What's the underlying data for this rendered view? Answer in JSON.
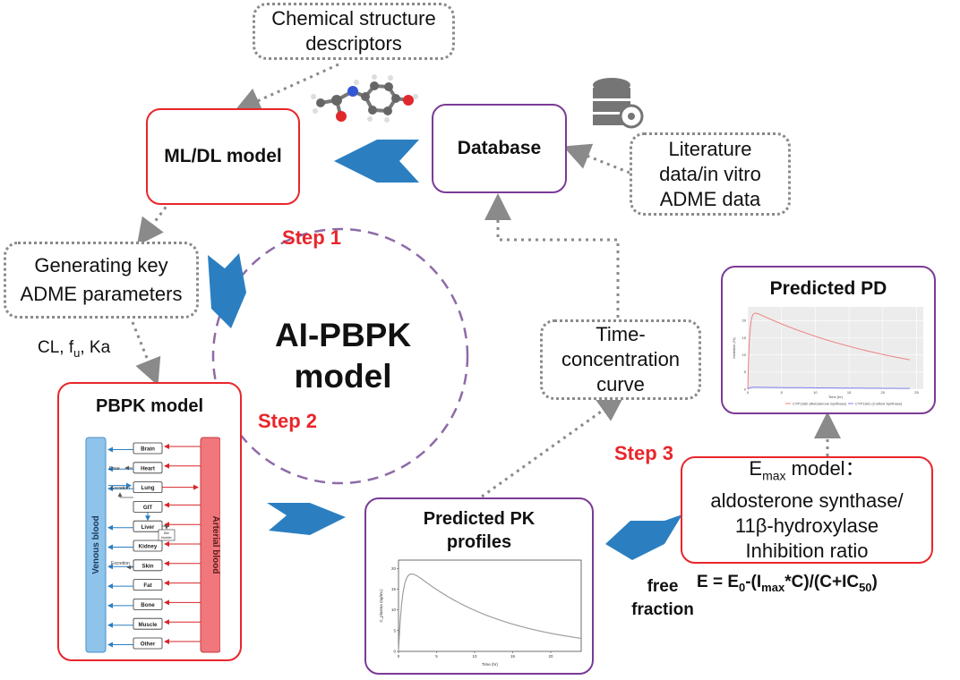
{
  "center": {
    "line1": "AI-PBPK",
    "line2": "model"
  },
  "steps": {
    "s1": "Step 1",
    "s2": "Step 2",
    "s3": "Step 3"
  },
  "boxes": {
    "chem_line1": "Chemical structure",
    "chem_line2": "descriptors",
    "ml_model": "ML/DL model",
    "database": "Database",
    "literature_line1": "Literature",
    "literature_line2": "data/in vitro",
    "literature_line3": "ADME data",
    "generating_line1": "Generating key",
    "generating_line2": "ADME parameters",
    "time_line1": "Time-",
    "time_line2": "concentration",
    "time_line3": "curve",
    "pbpk_title": "PBPK model",
    "pk_title_line1": "Predicted PK",
    "pk_title_line2": "profiles",
    "pd_title": "Predicted PD",
    "emax_title": "E",
    "emax_sub": "max",
    "emax_suffix": " model：",
    "emax_line2": "aldosterone synthase/",
    "emax_line3": "11β-hydroxylase",
    "emax_line4": "Inhibition ratio"
  },
  "params": {
    "cl": "CL, f",
    "fu_sub": "u",
    "ka": ", Ka"
  },
  "free_fraction": {
    "line1": "free",
    "line2": "fraction"
  },
  "equation": {
    "p1": "E = E",
    "s1": "0",
    "p2": "-(I",
    "s2": "max",
    "p3": "*C)/(C+IC",
    "s3": "50",
    "p4": ")"
  },
  "pbpk": {
    "venous": "Venous blood",
    "arterial": "Arterial blood",
    "organs": [
      "Brain",
      "Heart",
      "Lung",
      "GIT",
      "Liver",
      "Kidney",
      "Skin",
      "Fat",
      "Bone",
      "Muscle",
      "Other"
    ],
    "dose": "Dose",
    "excretion1": "Excretion",
    "excretion2": "Excretion",
    "bile_l1": "Bile",
    "bile_l2": "bladder"
  },
  "pk_plot": {
    "ylabel": "C_plasma (ng/mL)",
    "xlabel": "Time (hr)",
    "yticks": [
      "0",
      "5",
      "10",
      "15",
      "20"
    ],
    "xticks": [
      "0",
      "5",
      "10",
      "15",
      "20"
    ],
    "line_color": "#9e9e9e"
  },
  "pd_plot": {
    "ylabel": "Inhibition (%)",
    "xlabel": "Time (hr)",
    "yticks": [
      "0",
      "5",
      "10",
      "15",
      "20"
    ],
    "xticks": [
      "0",
      "5",
      "10",
      "15",
      "20",
      "25"
    ],
    "legend1": "CYP11B2 (Aldosterone Synthase)",
    "legend2": "CYP11B1 (Cortisol Synthase)",
    "series1_color": "#f08080",
    "series2_color": "#8080f0"
  },
  "colors": {
    "red": "#e8262b",
    "purple": "#7b3a96",
    "arrow": "#2b7fc1",
    "dotted": "#8a8a8a",
    "venous": "#8ec3ea",
    "arterial": "#f0787c"
  }
}
